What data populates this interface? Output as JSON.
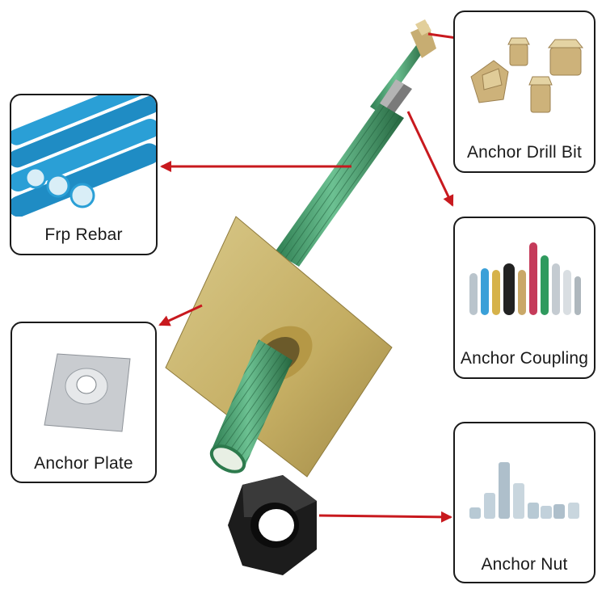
{
  "components": {
    "drill_bit": {
      "label": "Anchor Drill Bit",
      "image_icon": "drill-bits-icon"
    },
    "frp_rebar": {
      "label": "Frp Rebar",
      "image_icon": "frp-rebar-icon"
    },
    "coupling": {
      "label": "Anchor Coupling",
      "image_icon": "couplings-icon"
    },
    "plate": {
      "label": "Anchor Plate",
      "image_icon": "anchor-plate-icon"
    },
    "nut": {
      "label": "Anchor Nut",
      "image_icon": "anchor-nuts-icon"
    }
  },
  "colors": {
    "arrow": "#c8191e",
    "rod_green": "#3f9b6a",
    "plate_tan": "#c9b46e",
    "drill_gold": "#cdb27a",
    "rebar_blue": "#2a9fd6",
    "nut_black": "#1c1c1c"
  }
}
